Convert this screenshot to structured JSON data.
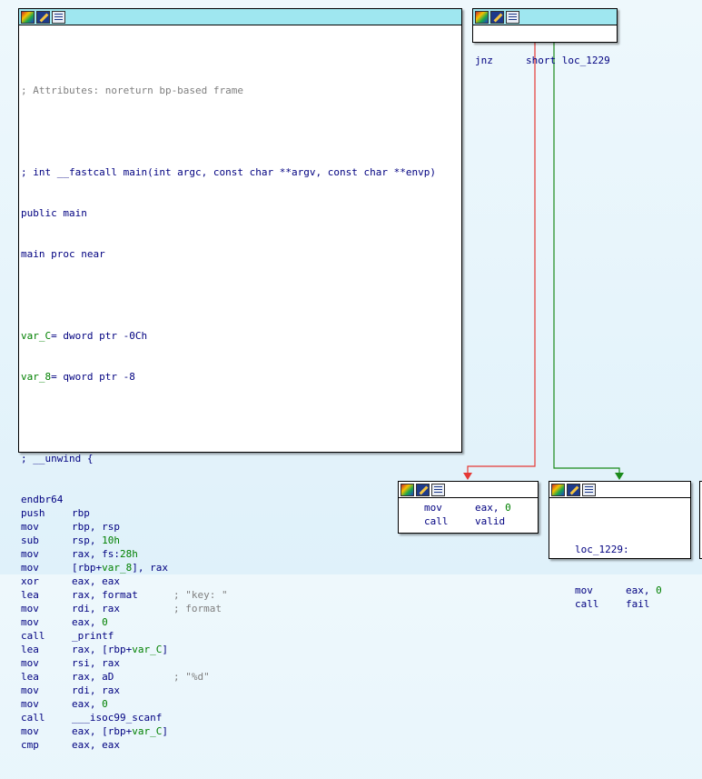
{
  "colors": {
    "background": "#e6f4fb",
    "header_bar": "#9fe7f0",
    "edge_false": "#e53935",
    "edge_true": "#1b8a1b",
    "code_text": "#000080",
    "comment_text": "#7f7f7f",
    "number_text": "#008000"
  },
  "main_block": {
    "header_icons": [
      "graph-color-icon",
      "edit-node-icon",
      "instruction-list-icon"
    ],
    "attributes_comment": "; Attributes: noreturn bp-based frame",
    "prototype_comment": "; int __fastcall main(int argc, const char **argv, const char **envp)",
    "public_line": "public main",
    "proc_line": "main proc near",
    "var_c": {
      "name": "var_C",
      "rest": "= dword ptr -0Ch"
    },
    "var_8": {
      "name": "var_8",
      "rest": "= qword ptr -8"
    },
    "unwind_comment": "; __unwind {",
    "instructions": [
      {
        "mnem": "endbr64",
        "ops": "",
        "comment": ""
      },
      {
        "mnem": "push",
        "ops": "rbp",
        "comment": ""
      },
      {
        "mnem": "mov",
        "ops": "rbp, rsp",
        "comment": ""
      },
      {
        "mnem": "sub",
        "ops": "rsp, 10h",
        "comment": ""
      },
      {
        "mnem": "mov",
        "ops": "rax, fs:28h",
        "comment": ""
      },
      {
        "mnem": "mov",
        "ops": "[rbp+var_8], rax",
        "comment": ""
      },
      {
        "mnem": "xor",
        "ops": "eax, eax",
        "comment": ""
      },
      {
        "mnem": "lea",
        "ops": "rax, format",
        "comment": "; \"key: \""
      },
      {
        "mnem": "mov",
        "ops": "rdi, rax",
        "comment": "; format"
      },
      {
        "mnem": "mov",
        "ops": "eax, 0",
        "comment": ""
      },
      {
        "mnem": "call",
        "ops": "_printf",
        "comment": ""
      },
      {
        "mnem": "lea",
        "ops": "rax, [rbp+var_C]",
        "comment": ""
      },
      {
        "mnem": "mov",
        "ops": "rsi, rax",
        "comment": ""
      },
      {
        "mnem": "lea",
        "ops": "rax, aD",
        "comment": "; \"%d\""
      },
      {
        "mnem": "mov",
        "ops": "rdi, rax",
        "comment": ""
      },
      {
        "mnem": "mov",
        "ops": "eax, 0",
        "comment": ""
      },
      {
        "mnem": "call",
        "ops": "___isoc99_scanf",
        "comment": ""
      },
      {
        "mnem": "mov",
        "ops": "eax, [rbp+var_C]",
        "comment": ""
      },
      {
        "mnem": "cmp",
        "ops": "eax, eax",
        "comment": ""
      }
    ]
  },
  "jnz_block": {
    "mnem": "jnz",
    "ops": "short loc_1229"
  },
  "valid_block": {
    "instructions": [
      {
        "mnem": "mov",
        "ops": "eax, 0"
      },
      {
        "mnem": "call",
        "ops": "valid"
      }
    ]
  },
  "fail_block": {
    "label": "loc_1229:",
    "instructions": [
      {
        "mnem": "mov",
        "ops": "eax, 0"
      },
      {
        "mnem": "call",
        "ops": "fail"
      }
    ]
  }
}
